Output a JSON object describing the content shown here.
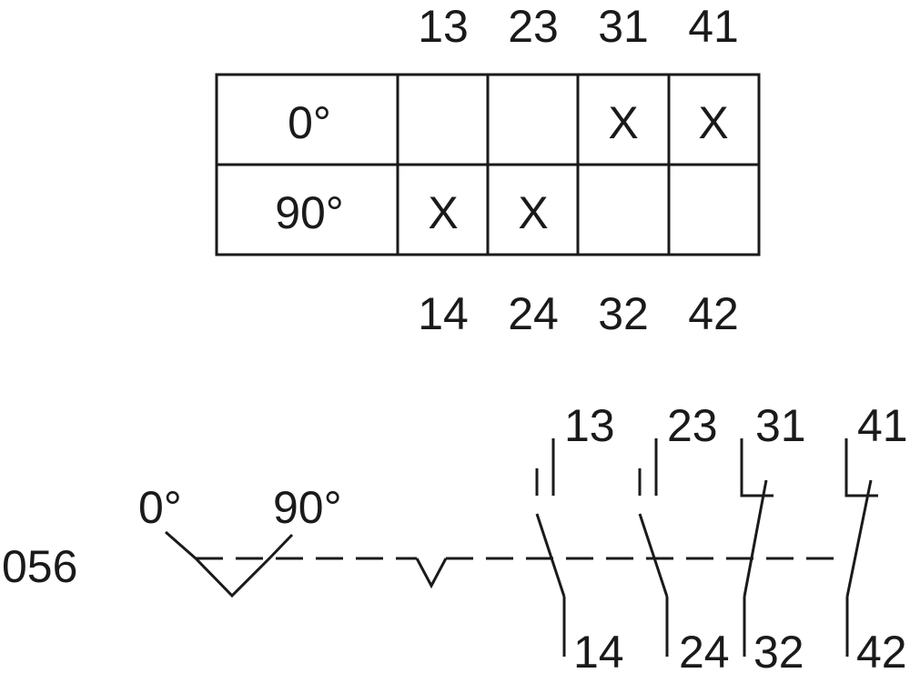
{
  "table": {
    "top_terminals": [
      "13",
      "23",
      "31",
      "41"
    ],
    "bottom_terminals": [
      "14",
      "24",
      "32",
      "42"
    ],
    "rows": [
      {
        "position": "0°",
        "marks": [
          "",
          "",
          "X",
          "X"
        ]
      },
      {
        "position": "90°",
        "marks": [
          "X",
          "X",
          "",
          ""
        ]
      }
    ]
  },
  "schematic": {
    "code": "056",
    "positions": [
      "0°",
      "90°"
    ],
    "contacts": [
      {
        "top": "13",
        "bottom": "14",
        "type": "NO"
      },
      {
        "top": "23",
        "bottom": "24",
        "type": "NO"
      },
      {
        "top": "31",
        "bottom": "32",
        "type": "NC"
      },
      {
        "top": "41",
        "bottom": "42",
        "type": "NC"
      }
    ]
  },
  "colors": {
    "ink": "#1a1a1a",
    "background": "#ffffff"
  }
}
